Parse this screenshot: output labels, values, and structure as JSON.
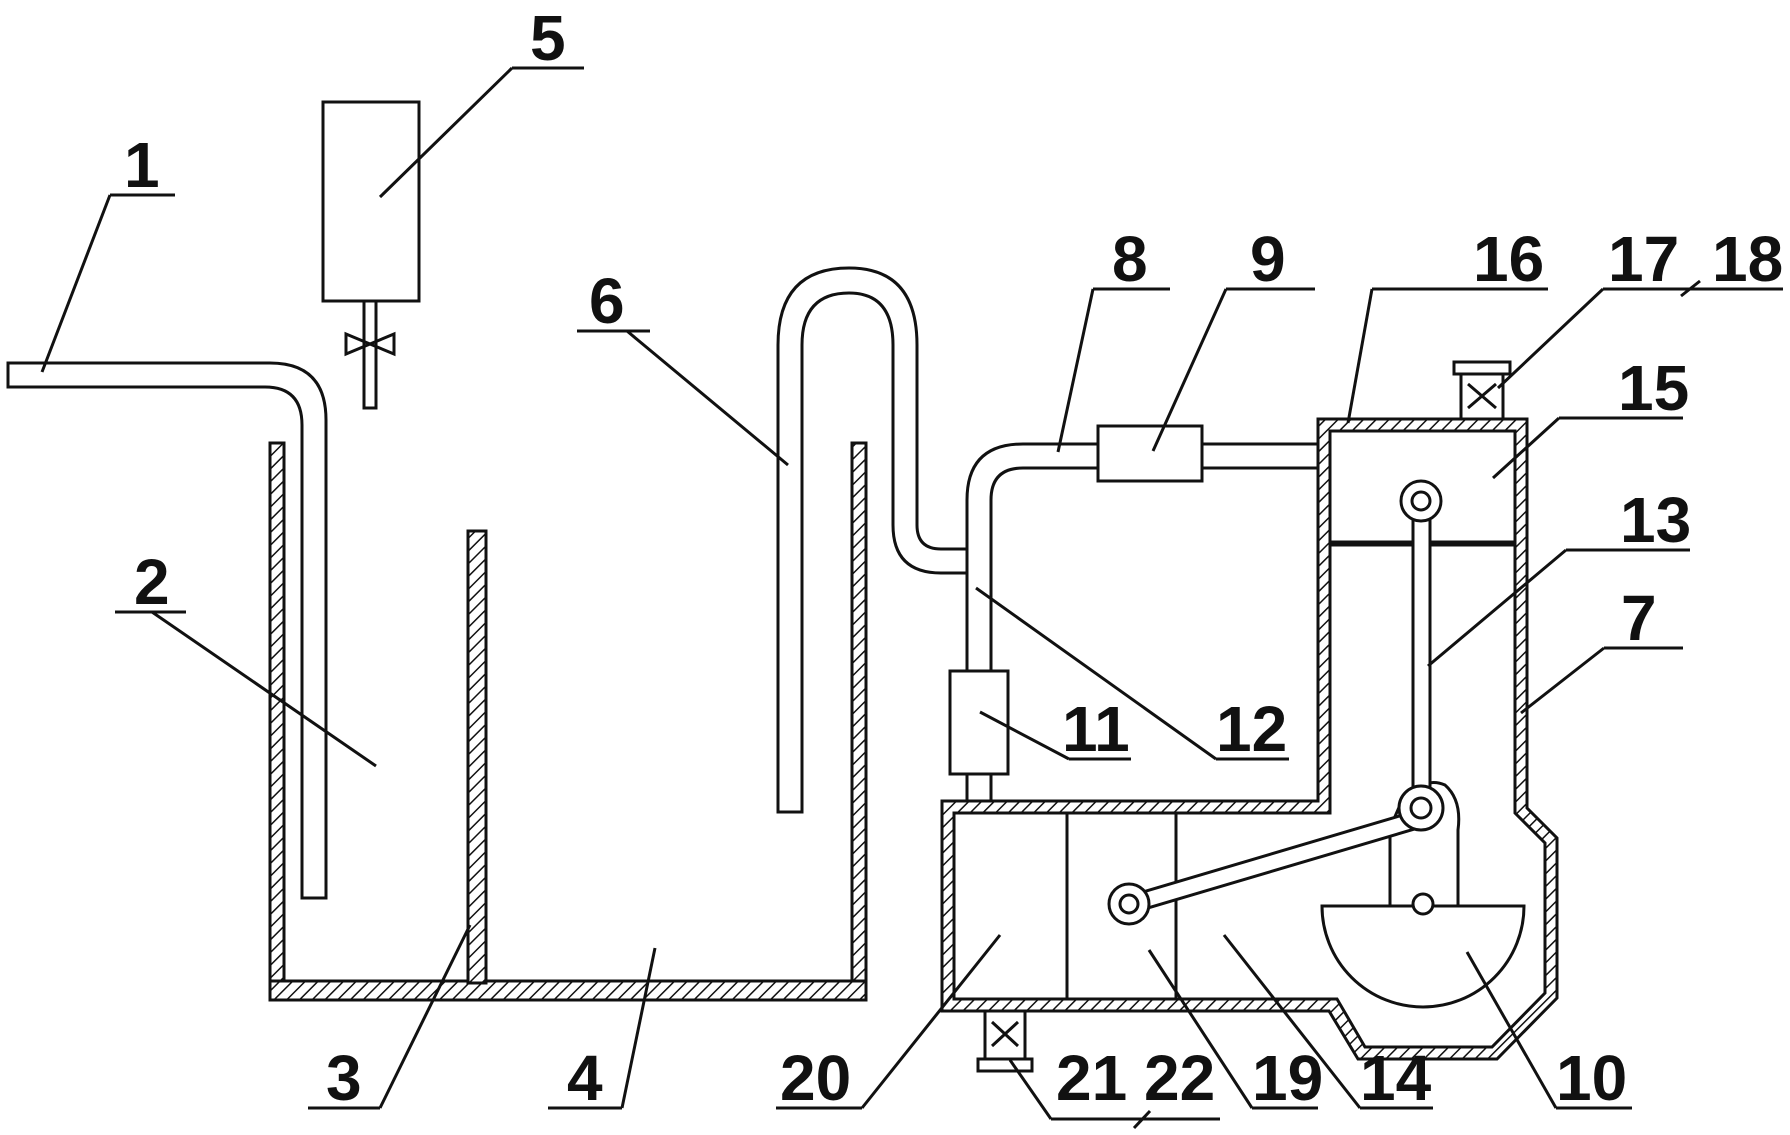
{
  "labels": {
    "l1": "1",
    "l2": "2",
    "l3": "3",
    "l4": "4",
    "l5": "5",
    "l6": "6",
    "l7": "7",
    "l8": "8",
    "l9": "9",
    "l10": "10",
    "l11": "11",
    "l12": "12",
    "l13": "13",
    "l14": "14",
    "l15": "15",
    "l16": "16",
    "l17": "17",
    "l18": "18",
    "l19": "19",
    "l20": "20",
    "l21": "21",
    "l22": "22"
  },
  "colors": {
    "stroke": "#111111",
    "background": "#ffffff"
  }
}
